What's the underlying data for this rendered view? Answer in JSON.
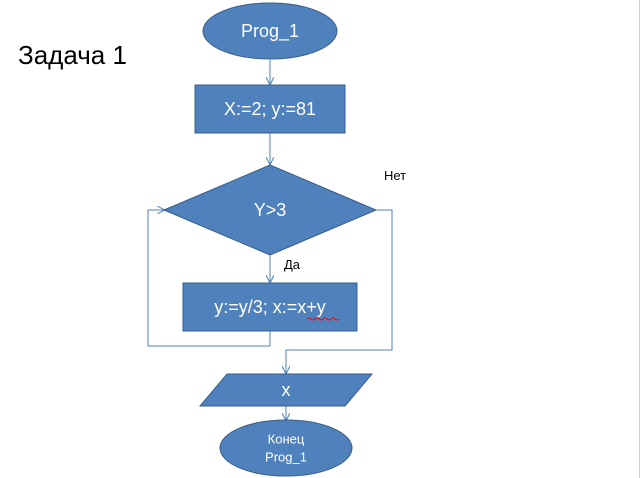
{
  "slide": {
    "title": "Задача 1"
  },
  "flowchart": {
    "start": "Prog_1",
    "init": "X:=2; y:=81",
    "condition": "Y>3",
    "body": "y:=y/3; x:=x+y",
    "output": "x",
    "end_line1": "Конец",
    "end_line2": "Prog_1",
    "yes_label": "Да",
    "no_label": "Нет"
  },
  "colors": {
    "shape_fill": "#4f81bd",
    "shape_stroke": "#385d8a",
    "connector": "#4f81bd",
    "text_on_shape": "#ffffff"
  }
}
